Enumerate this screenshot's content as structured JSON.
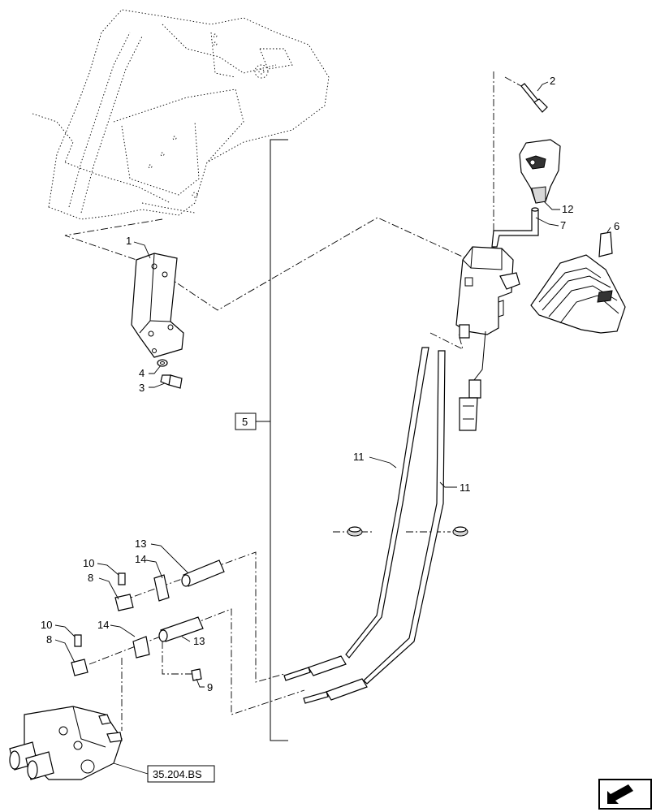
{
  "callouts": {
    "c1": "1",
    "c2": "2",
    "c3": "3",
    "c4": "4",
    "c5": "5",
    "c6": "6",
    "c7": "7",
    "c8a": "8",
    "c8b": "8",
    "c9": "9",
    "c10a": "10",
    "c10b": "10",
    "c11a": "11",
    "c11b": "11",
    "c12": "12",
    "c13a": "13",
    "c13b": "13",
    "c14a": "14",
    "c14b": "14"
  },
  "reference_box": "35.204.BS",
  "nav_icon": "next-page-arrow-icon"
}
